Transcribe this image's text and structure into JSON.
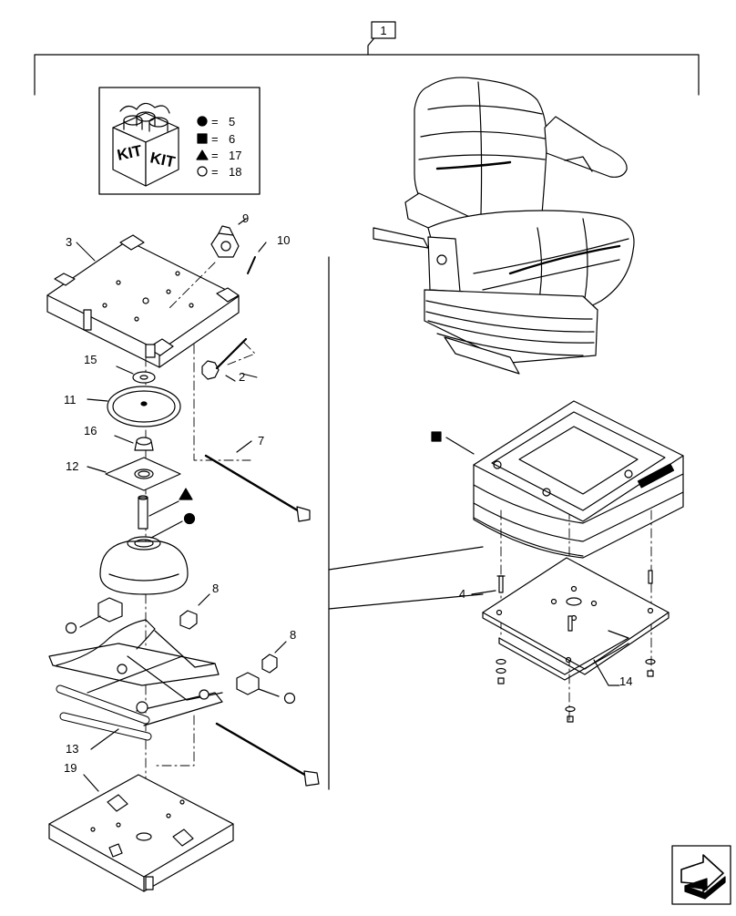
{
  "assembly": {
    "ref": "1"
  },
  "kit_legend": {
    "box_text_left": "KIT",
    "box_text_right": "KIT",
    "entries": [
      {
        "symbol": "filled-circle-icon",
        "eq": "=",
        "value": "5"
      },
      {
        "symbol": "filled-square-icon",
        "eq": "=",
        "value": "6"
      },
      {
        "symbol": "filled-triangle-icon",
        "eq": "=",
        "value": "17"
      },
      {
        "symbol": "open-circle-icon",
        "eq": "=",
        "value": "18"
      }
    ]
  },
  "callouts": {
    "c2": "2",
    "c3": "3",
    "c4": "4",
    "c7": "7",
    "c8a": "8",
    "c8b": "8",
    "c9": "9",
    "c10": "10",
    "c11": "11",
    "c12": "12",
    "c13": "13",
    "c14": "14",
    "c15": "15",
    "c16": "16",
    "c19": "19"
  },
  "nav": {
    "icon": "next-page-arrow-icon"
  }
}
